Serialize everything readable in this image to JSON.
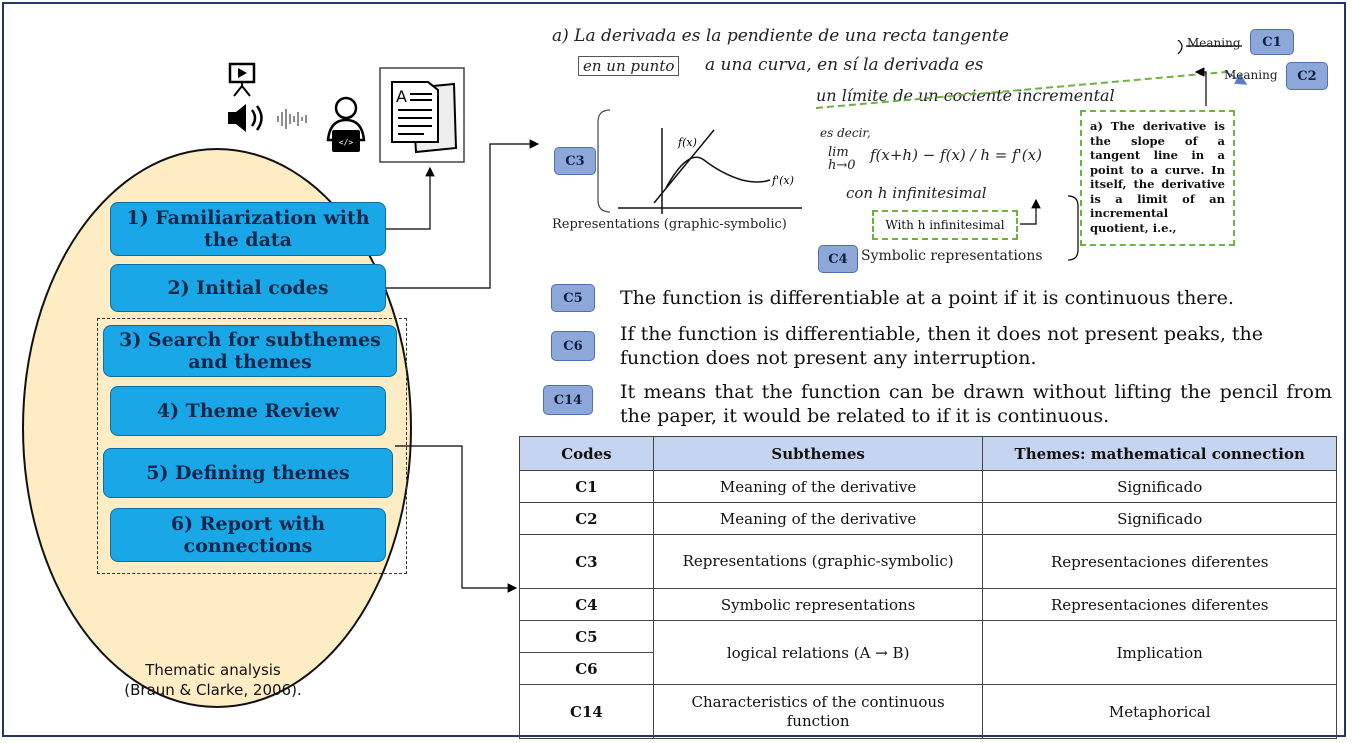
{
  "steps": [
    "1) Familiarization with the data",
    "2) Initial codes",
    "3) Search for subthemes and themes",
    "4) Theme Review",
    "5) Defining themes",
    "6) Report with connections"
  ],
  "caption": {
    "line1": "Thematic analysis",
    "line2": "(Braun & Clarke, 2006)."
  },
  "handwriting": {
    "line1": "a) La derivada es la pendiente de una recta tangente",
    "line2a": "en un punto",
    "line2b": "a una curva, en sí la derivada es",
    "line3": "un límite de un cociente incremental",
    "formula_pre": "es decir,",
    "formula_lim": "lim h→0",
    "formula": "f(x+h) − f(x) / h = f'(x)",
    "formula_post": "con h infinitesimal"
  },
  "labels": {
    "meaning1": "Meaning",
    "meaning2": "Meaning",
    "representations": "Representations (graphic-symbolic)",
    "symbolic": "Symbolic representations",
    "with_h": "With h infinitesimal",
    "translation": "a) The derivative is the slope of a tangent line in a point to a curve. In itself, the derivative is a limit of an incremental quotient, i.e.,",
    "graph_fx": "f(x)",
    "graph_fpx": "f'(x)"
  },
  "codes": {
    "c1": "C1",
    "c2": "C2",
    "c3": "C3",
    "c4": "C4",
    "c5": "C5",
    "c6": "C6",
    "c14": "C14"
  },
  "statements": {
    "c5": "The function is differentiable at a point if it is continuous there.",
    "c6": "If the function is differentiable, then it does not present peaks, the function does not present any interruption.",
    "c14": "It means that the function can be drawn without lifting the pencil from the paper, it would be related to if it is continuous."
  },
  "table": {
    "headers": [
      "Codes",
      "Subthemes",
      "Themes: mathematical connection"
    ],
    "rows": [
      [
        "C1",
        "Meaning of the derivative",
        "Significado"
      ],
      [
        "C2",
        "Meaning of the derivative",
        "Significado"
      ],
      [
        "C3",
        "Representations (graphic-symbolic)",
        "Representaciones diferentes"
      ],
      [
        "C4",
        "Symbolic representations",
        "Representaciones diferentes"
      ],
      [
        "C5",
        "logical relations (A → B)",
        "Implication"
      ],
      [
        "C6",
        "",
        ""
      ],
      [
        "C14",
        "Characteristics of the continuous function",
        "Metaphorical"
      ]
    ]
  },
  "icons": [
    "presentation-icon",
    "speaker-icon",
    "soundwave-icon",
    "user-at-laptop-icon",
    "documents-icon"
  ]
}
